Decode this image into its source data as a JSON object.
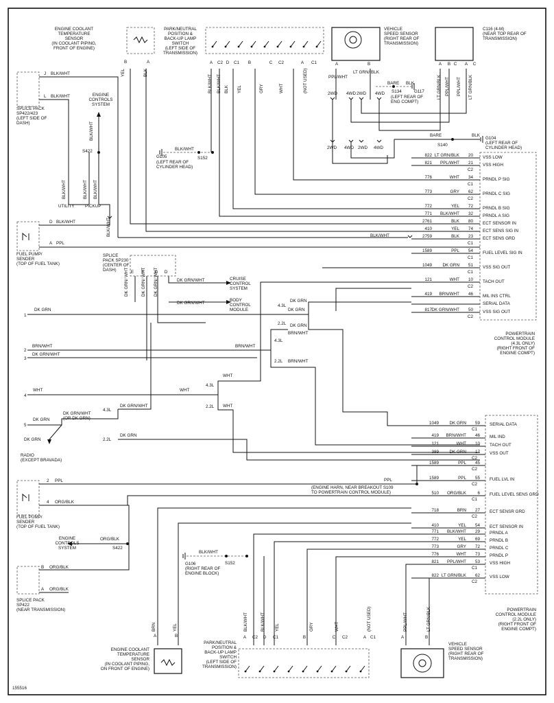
{
  "figure_id": "155516",
  "top_components": {
    "ect_sensor_lbl": [
      "ENGINE COOLANT",
      "TEMPERATURE",
      "SENSOR",
      "(IN COOLANT PIPING,",
      "FRONT OF ENGINE)"
    ],
    "pnp_switch_lbl": [
      "PARK/NEUTRAL",
      "POSITION &",
      "BACK-UP LAMP",
      "SWITCH",
      "(LEFT SIDE OF",
      "TRANSMISSION)"
    ],
    "vss_lbl": [
      "VEHICLE",
      "SPEED SENSOR",
      "(RIGHT REAR OF",
      "TRANSMISSION)"
    ],
    "c116_lbl": [
      "C116 (4-M)",
      "(NEAR TOP REAR OF",
      "TRANSMISSION)"
    ],
    "ect_pins": [
      "B",
      "A"
    ],
    "ect_wires": [
      "YEL",
      "BLK"
    ],
    "pnp_pins": [
      "A",
      "C2",
      "D",
      "C1",
      "B",
      "C",
      "C2",
      "A",
      "C1"
    ],
    "pnp_wires": [
      "BLK/WHT",
      "BLK/WHT",
      "BLK",
      "YEL",
      "GRY",
      "WHT",
      "",
      "(NOT USED)",
      ""
    ],
    "vss_pins": [
      "A",
      "B"
    ],
    "vss_wires": [
      "PPL/WHT",
      "LT GRN/ BLK"
    ],
    "c116_pins": [
      "A",
      "B",
      "C",
      "A",
      "C"
    ],
    "c116_wires": [
      "LT GRN/BLK",
      "PPL/WHT",
      "PPL/WHT",
      "LT GRN/BLK",
      ""
    ]
  },
  "ground_labels": {
    "bare": "BARE",
    "blk": "BLK",
    "s134": "S134",
    "g117": "G117",
    "g117_loc": [
      "(LEFT REAR OF",
      "ENG COMPT)"
    ],
    "s140": "S140",
    "g104": "G104",
    "g104_loc": [
      "(LEFT REAR OF",
      "CYLINDER HEAD)"
    ],
    "s152": "S152",
    "g105": "G105",
    "g105_loc": [
      "(LEFT REAR OF",
      "CYLINDER HEAD)"
    ],
    "blkwht": "BLK/WHT"
  },
  "trans_labels": {
    "wd2": "2WD",
    "wd4": "4WD"
  },
  "left_upper": {
    "splice_lbl": [
      "SPLICE PACK",
      "SP422/423",
      "(LEFT SIDE OF",
      "DASH)"
    ],
    "pin_j": "J",
    "pin_j_wire": "BLK/WHT",
    "pin_l": "L",
    "pin_l_wire": "BLK/WHT",
    "ecs_lbl": [
      "ENGINE",
      "CONTROLS",
      "SYSTEM"
    ],
    "s422": "S422",
    "v_wires": [
      "BLK/WHT",
      "BLK/WHT",
      "BLK/WHT",
      "BLK/WHT",
      "BLK/WHT"
    ],
    "utility": "UTILITY",
    "pickup": "PICKUP",
    "pump_lbl": [
      "FUEL PUMP/",
      "SENDER",
      "(TOP OF FUEL TANK)"
    ],
    "pin_d": "D",
    "pin_d_wire": "BLK/WHT",
    "pin_a": "A",
    "pin_a_wire": "PPL"
  },
  "sp230": {
    "lbl": [
      "SPLICE",
      "PACK SP230",
      "(CENTER OF",
      "DASH)"
    ],
    "pins": [
      "E",
      "F",
      "G",
      "D"
    ],
    "wires": [
      "DK GRN/ WHT",
      "DK GRN/ WHT",
      "DK GRN/ WHT",
      ""
    ],
    "cruise_wire": "DK GRN/WHT",
    "cruise_lbl": [
      "CRUISE",
      "CONTROL",
      "SYSTEM"
    ],
    "bcm_wire": "DK GRN/WHT",
    "bcm_lbl": [
      "BODY",
      "CONTROL",
      "MODULE"
    ]
  },
  "pcm43": {
    "title": [
      "POWERTRAIN",
      "CONTROL MODULE",
      "(4.3L ONLY)",
      "(RIGHT FRONT OF",
      "ENGINE COMPT)"
    ],
    "rows": [
      {
        "circuit": "822",
        "wire": "LT GRN/BLK",
        "pin": "20",
        "func": "VSS LOW"
      },
      {
        "circuit": "821",
        "wire": "PPL/WHT",
        "pin": "21",
        "func": "VSS HIGH",
        "conn": "C2"
      },
      {
        "circuit": "776",
        "wire": "WHT",
        "pin": "34",
        "func": "PRNDL P SIG",
        "conn": "C1"
      },
      {
        "circuit": "773",
        "wire": "GRY",
        "pin": "62",
        "func": "PRNDL C SIG",
        "conn": "C2"
      },
      {
        "circuit": "772",
        "wire": "YEL",
        "pin": "72",
        "func": "PRNDL B SIG"
      },
      {
        "circuit": "771",
        "wire": "BLK/WHT",
        "pin": "32",
        "func": "PRNDL A SIG"
      },
      {
        "circuit": "2761",
        "wire": "BLK",
        "pin": "80",
        "func": "ECT SENSOR IN"
      },
      {
        "circuit": "410",
        "wire": "YEL",
        "pin": "74",
        "func": "ECT SENS SIG IN"
      },
      {
        "circuit": "2759",
        "wire": "BLK",
        "pin": "23",
        "func": "ECT SENS GRD",
        "conn": "C1"
      },
      {
        "circuit": "1589",
        "wire": "PPL",
        "pin": "54",
        "func": "FUEL LEVEL SIG IN",
        "conn": "C1"
      },
      {
        "circuit": "1049",
        "wire": "DK GRN",
        "pin": "51",
        "func": "VSS SIG OUT",
        "conn": "C1"
      },
      {
        "circuit": "121",
        "wire": "WHT",
        "pin": "10",
        "func": "TACH OUT",
        "conn": "C2"
      },
      {
        "circuit": "419",
        "wire": "BRN/WHT",
        "pin": "46",
        "func": "MIL INS CTRL"
      },
      {
        "circuit": "",
        "wire": "",
        "pin": "",
        "func": "SERIAL DATA"
      },
      {
        "circuit": "817",
        "wire": "DK GRN/WHT",
        "pin": "50",
        "func": "VSS SIG OUT",
        "conn": "C2"
      }
    ],
    "ect_gnd_wire": "BLK/WHT"
  },
  "mid": {
    "c1": "1",
    "c1_wire": "DK GRN",
    "c1_wire_r": "DK GRN",
    "c2": "2",
    "c2_wire": "BRN/WHT",
    "c2_wire_r": "BRN/WHT",
    "c3": "3",
    "c3_wire": "DK GRN/WHT",
    "c4": "4",
    "c4_wire": "WHT",
    "c4_wire_r": "WHT",
    "c5": "5",
    "c5_wire": "DK GRN",
    "c5_alt": [
      "DK GRN/WHT",
      "(OR DK GRN)"
    ],
    "radio_wire": "DK GRN",
    "radio_lbl": [
      "RADIO",
      "(EXCEPT BRAVADA)"
    ],
    "l43": "4.3L",
    "l22": "2.2L",
    "dkgrn": "DK GRN",
    "brnwht": "BRN/WHT",
    "wht": "WHT",
    "dkgrnwht": "DK GRN/WHT"
  },
  "pcm22": {
    "title": [
      "POWERTRAIN",
      "CONTROL MODULE",
      "(2.2L ONLY)",
      "(RIGHT FRONT OF",
      "ENGINE COMPT)"
    ],
    "rows": [
      {
        "circuit": "1049",
        "wire": "DK GRN",
        "pin": "59",
        "func": "SERIAL DATA",
        "conn": "C1"
      },
      {
        "circuit": "419",
        "wire": "BRN/WHT",
        "pin": "46",
        "func": "MIL IND"
      },
      {
        "circuit": "121",
        "wire": "WHT",
        "pin": "10",
        "func": "TACH OUT"
      },
      {
        "circuit": "389",
        "wire": "DK GRN",
        "pin": "17",
        "func": "VSS OUT",
        "conn": "C2"
      },
      {
        "circuit": "1589",
        "wire": "PPL",
        "pin": "45",
        "func": "",
        "conn": "C2"
      },
      {
        "circuit": "1589",
        "wire": "PPL",
        "pin": "55",
        "func": "FUEL LVL IN",
        "conn": "C2"
      },
      {
        "circuit": "510",
        "wire": "ORG/BLK",
        "pin": "6",
        "func": "FUEL LEVEL SENS GRD",
        "conn": "C1"
      },
      {
        "circuit": "718",
        "wire": "BRN",
        "pin": "27",
        "func": "ECT SENSR GRD",
        "conn": "C2"
      },
      {
        "circuit": "410",
        "wire": "YEL",
        "pin": "54",
        "func": "ECT SENSOR IN"
      },
      {
        "circuit": "771",
        "wire": "BLK/WHT",
        "pin": "29",
        "func": "PRNDL A"
      },
      {
        "circuit": "772",
        "wire": "YEL",
        "pin": "69",
        "func": "PRNDL B"
      },
      {
        "circuit": "773",
        "wire": "GRY",
        "pin": "72",
        "func": "PRNDL C"
      },
      {
        "circuit": "776",
        "wire": "WHT",
        "pin": "73",
        "func": "PRNDL P"
      },
      {
        "circuit": "821",
        "wire": "PPL/WHT",
        "pin": "53",
        "func": "VSS HIGH",
        "conn": "C1"
      },
      {
        "circuit": "822",
        "wire": "LT GRN/BLK",
        "pin": "62",
        "func": "VSS LOW",
        "conn": "C2"
      }
    ],
    "ppl_wire": "PPL",
    "s109_lbl": [
      "(ENGINE HARN, NEAR BREAKOUT  S109",
      "TO POWERTRAIN CONTROL MODULE)"
    ]
  },
  "left_lower": {
    "pump_lbl": [
      "FUEL PUMP/",
      "SENDER",
      "(TOP OF FUEL TANK)"
    ],
    "pin2": "2",
    "pin2_wire": "PPL",
    "pin4": "4",
    "pin4_wire": "ORG/BLK",
    "ecs_lbl": [
      "ENGINE",
      "CONTROLS",
      "SYSTEM"
    ],
    "ecs_wire": "ORG/BLK",
    "s422": "S422",
    "splice_lbl": [
      "SPLICE PACK",
      "SP422",
      "(NEAR TRANSMISSION)"
    ],
    "pin_b": "B",
    "pin_b_wire": "ORG/BLK",
    "pin_a": "A",
    "pin_a_wire": "ORG/BLK"
  },
  "bottom_grounds": {
    "g106": "G106",
    "g106_loc": [
      "(RIGHT REAR OF",
      "ENGINE BLOCK)"
    ],
    "s152": "S152",
    "blkwht": "BLK/WHT"
  },
  "bottom_components": {
    "ect_lbl": [
      "ENGINE COOLANT",
      "TEMPERATURE",
      "SENSOR",
      "(IN COOLANT PIPING,",
      "ON FRONT OF ENGINE)"
    ],
    "ect_pins": [
      "A",
      "B"
    ],
    "ect_wires": [
      "BRN",
      "YEL"
    ],
    "pnp_lbl": [
      "PARK/NEUTRAL",
      "POSITION &",
      "BACK-UP LAMP",
      "SWITCH",
      "(LEFT SIDE OF",
      "TRANSMISSION)"
    ],
    "pnp_pins": [
      "A",
      "C2",
      "D",
      "C1",
      "B",
      "C",
      "C2",
      "A",
      "C1"
    ],
    "pnp_wires": [
      "BLK/WHT",
      "BLK/WHT",
      "YEL",
      "GRY",
      "WHT",
      "(NOT USED)"
    ],
    "vss_lbl": [
      "VEHICLE",
      "SPEED SENSOR",
      "(RIGHT REAR OF",
      "TRANSMISSION)"
    ],
    "vss_pins": [
      "A",
      "B"
    ],
    "vss_wires": [
      "PPL/WHT",
      "LT GRN/BLK"
    ]
  }
}
